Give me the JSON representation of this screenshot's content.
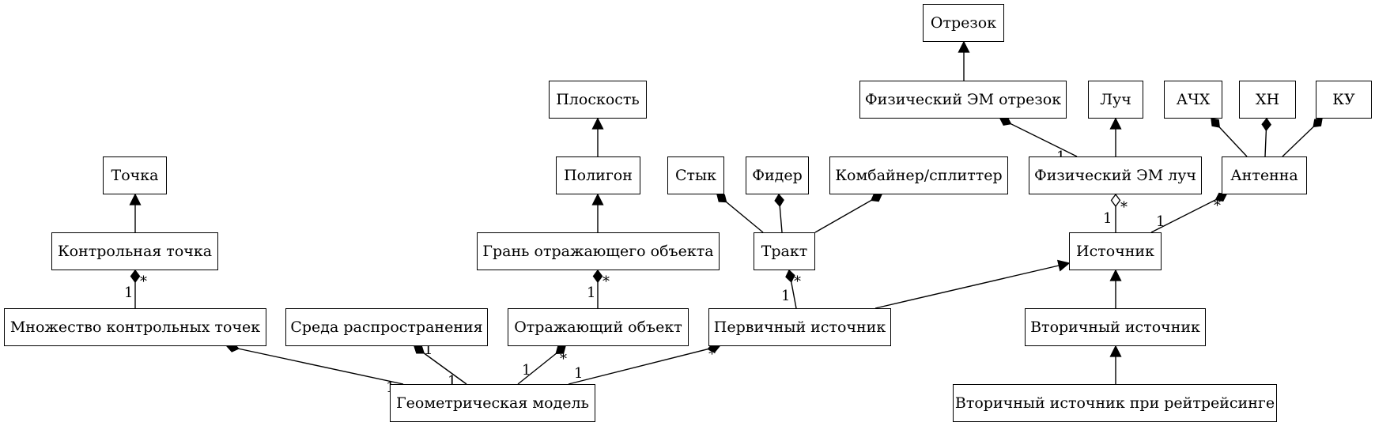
{
  "nodes": {
    "tochka": "Точка",
    "kontrolnaya_tochka": "Контрольная точка",
    "mnozhestvo": "Множество контрольных точек",
    "sreda": "Среда распространения",
    "geom_model": "Геометрическая модель",
    "ploskost": "Плоскость",
    "poligon": "Полигон",
    "gran": "Грань отражающего объекта",
    "otr_obekt": "Отражающий объект",
    "styk": "Стык",
    "fider": "Фидер",
    "kombainer": "Комбайнер/сплиттер",
    "trakt": "Тракт",
    "perv_ist": "Первичный источник",
    "otrezok": "Отрезок",
    "fiz_otrezok": "Физический ЭМ отрезок",
    "luch": "Луч",
    "fiz_luch": "Физический ЭМ луч",
    "ist": "Источник",
    "vtor_ist": "Вторичный источник",
    "vtor_ist_rt": "Вторичный источник при рейтрейсинге",
    "achh": "АЧХ",
    "hn": "ХН",
    "ku": "КУ",
    "antenna": "Антенна"
  },
  "edges": [
    {
      "from": "kontrolnaya_tochka",
      "to": "tochka",
      "type": "generalization"
    },
    {
      "from": "mnozhestvo",
      "to": "kontrolnaya_tochka",
      "type": "composition",
      "end_mult": "*",
      "start_mult": "1"
    },
    {
      "from": "geom_model",
      "to": "mnozhestvo",
      "type": "composition",
      "end_mult": "*",
      "start_mult": "1"
    },
    {
      "from": "geom_model",
      "to": "sreda",
      "type": "composition",
      "end_mult": "1",
      "start_mult": "1"
    },
    {
      "from": "geom_model",
      "to": "otr_obekt",
      "type": "composition",
      "end_mult": "*",
      "start_mult": "1"
    },
    {
      "from": "geom_model",
      "to": "perv_ist",
      "type": "composition",
      "end_mult": "*",
      "start_mult": "1"
    },
    {
      "from": "poligon",
      "to": "ploskost",
      "type": "generalization"
    },
    {
      "from": "gran",
      "to": "poligon",
      "type": "generalization"
    },
    {
      "from": "otr_obekt",
      "to": "gran",
      "type": "composition",
      "end_mult": "*",
      "start_mult": "1"
    },
    {
      "from": "trakt",
      "to": "styk",
      "type": "composition"
    },
    {
      "from": "trakt",
      "to": "fider",
      "type": "composition"
    },
    {
      "from": "trakt",
      "to": "kombainer",
      "type": "composition"
    },
    {
      "from": "perv_ist",
      "to": "trakt",
      "type": "composition",
      "end_mult": "*",
      "start_mult": "1"
    },
    {
      "from": "perv_ist",
      "to": "ist",
      "type": "generalization"
    },
    {
      "from": "fiz_otrezok",
      "to": "otrezok",
      "type": "generalization"
    },
    {
      "from": "fiz_luch",
      "to": "luch",
      "type": "generalization"
    },
    {
      "from": "fiz_luch",
      "to": "fiz_otrezok",
      "type": "composition",
      "end_mult": "*",
      "start_mult": "1"
    },
    {
      "from": "ist",
      "to": "fiz_luch",
      "type": "aggregation",
      "end_mult": "*",
      "start_mult": "1"
    },
    {
      "from": "ist",
      "to": "antenna",
      "type": "composition",
      "end_mult": "*",
      "start_mult": "1"
    },
    {
      "from": "antenna",
      "to": "achh",
      "type": "composition"
    },
    {
      "from": "antenna",
      "to": "hn",
      "type": "composition"
    },
    {
      "from": "antenna",
      "to": "ku",
      "type": "composition"
    },
    {
      "from": "vtor_ist",
      "to": "ist",
      "type": "generalization"
    },
    {
      "from": "vtor_ist_rt",
      "to": "vtor_ist",
      "type": "generalization"
    }
  ]
}
